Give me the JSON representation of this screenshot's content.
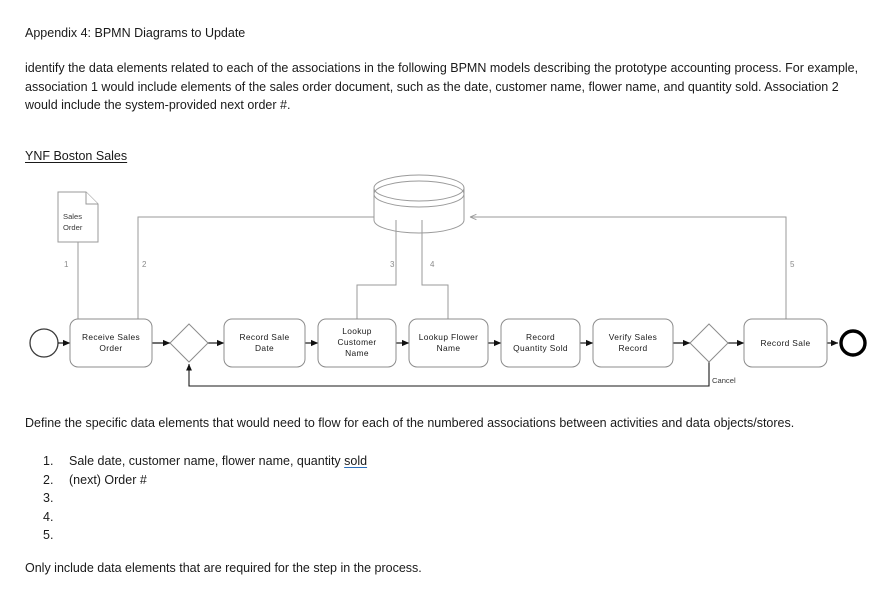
{
  "document": {
    "title": "Appendix 4: BPMN Diagrams to Update",
    "intro": "identify the data elements related to each of the associations in the following BPMN models describing the prototype accounting process. For example, association 1 would include elements of the sales order document, such as the date, customer name, flower name, and quantity sold. Association 2 would include the system-provided next order #.",
    "section_heading": "YNF Boston Sales",
    "define_line": "Define the specific data elements that would need to flow for each of the numbered associations between activities and data objects/stores.",
    "closing": "Only include data elements that are required for the step in the process."
  },
  "answers": [
    {
      "number": "1.",
      "text": "Sale date, customer name, flower name, quantity ",
      "spell_text": "sold"
    },
    {
      "number": "2.",
      "text": "(next) Order #",
      "spell_text": ""
    },
    {
      "number": "3.",
      "text": "",
      "spell_text": ""
    },
    {
      "number": "4.",
      "text": "",
      "spell_text": ""
    },
    {
      "number": "5.",
      "text": "",
      "spell_text": ""
    }
  ],
  "diagram": {
    "type": "bpmn-process",
    "pool_name": "YNF Boston Sales",
    "data_object": {
      "name": "sales-order-document",
      "label_line1": "Sales",
      "label_line2": "Order"
    },
    "data_store": {
      "name": "sales-database",
      "label": ""
    },
    "start_event": {
      "name": "start-event",
      "label": ""
    },
    "end_event": {
      "name": "end-event",
      "label": ""
    },
    "tasks": [
      {
        "id": "receive-sales-order",
        "lines": [
          "Receive Sales",
          "Order"
        ]
      },
      {
        "id": "record-sale-date",
        "lines": [
          "Record Sale",
          "Date"
        ]
      },
      {
        "id": "lookup-customer-name",
        "lines": [
          "Lookup",
          "Customer",
          "Name"
        ]
      },
      {
        "id": "lookup-flower-name",
        "lines": [
          "Lookup Flower",
          "Name"
        ]
      },
      {
        "id": "record-quantity-sold",
        "lines": [
          "Record",
          "Quantity Sold"
        ]
      },
      {
        "id": "verify-sales-record",
        "lines": [
          "Verify Sales",
          "Record"
        ]
      },
      {
        "id": "record-sale",
        "lines": [
          "Record Sale"
        ]
      }
    ],
    "gateways": [
      {
        "id": "gateway-1",
        "label": ""
      },
      {
        "id": "gateway-2",
        "label": ""
      }
    ],
    "flow_labels": [
      {
        "id": "cancel-label",
        "text": "Cancel"
      }
    ],
    "association_numbers": [
      "1",
      "2",
      "3",
      "4",
      "5"
    ],
    "colors": {
      "task_border": "#8c8c8c",
      "connector": "#9a9a9a",
      "sequence_flow": "#2b2b2b",
      "text": "#1a1a1a",
      "number": "#8a8a8a",
      "spell_underline": "#2a6ebb"
    }
  }
}
